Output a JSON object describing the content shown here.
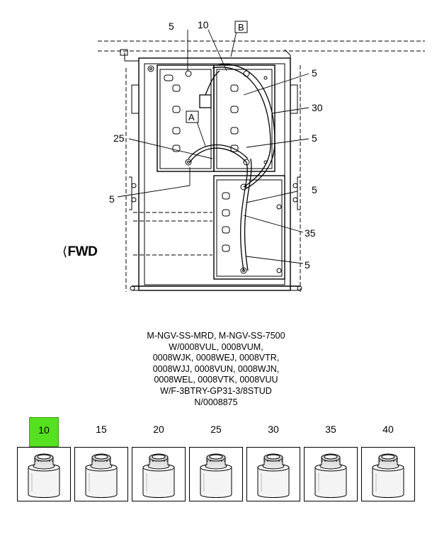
{
  "callouts": {
    "c5_top": "5",
    "c10": "10",
    "boxB": "B",
    "c5_r1": "5",
    "c30": "30",
    "boxA": "A",
    "c25": "25",
    "c5_r2": "5",
    "c5_left": "5",
    "c5_r3": "5",
    "c35": "35",
    "c5_r4": "5"
  },
  "fwd_label": "FWD",
  "fwd_icon": "left-arrow-outline-icon",
  "caption_lines": [
    "M-NGV-SS-MRD, M-NGV-SS-7500",
    "W/0008VUL, 0008VUM,",
    "0008WJK, 0008WEJ, 0008VTR,",
    "0008WJJ, 0008VUN, 0008WJN,",
    "0008WEL, 0008VTK, 0008VUU",
    "W/F-3BTRY-GP31-3/8STUD",
    "N/0008875"
  ],
  "variant_tabs": [
    {
      "label": "10",
      "active": true
    },
    {
      "label": "15",
      "active": false
    },
    {
      "label": "20",
      "active": false
    },
    {
      "label": "25",
      "active": false
    },
    {
      "label": "30",
      "active": false
    },
    {
      "label": "35",
      "active": false
    },
    {
      "label": "40",
      "active": false
    }
  ],
  "part_icon": "can-icon",
  "colors": {
    "active_tab": "#55e020",
    "line": "#000000"
  }
}
